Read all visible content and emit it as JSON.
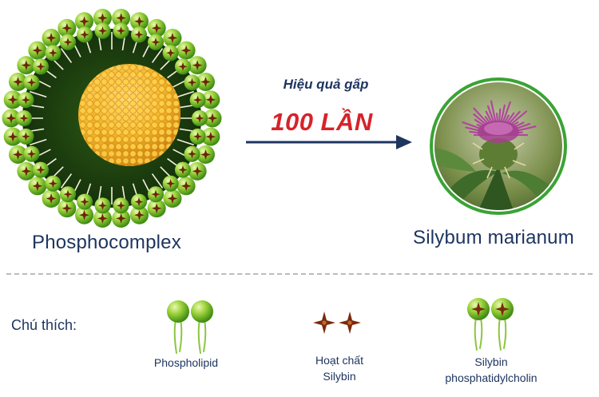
{
  "diagram": {
    "left_label": "Phosphocomplex",
    "right_label": "Silybum marianum",
    "arrow_caption": "Hiệu quả gấp",
    "arrow_multiplier": "100 LẦN"
  },
  "legend": {
    "title": "Chú thích:",
    "items": [
      {
        "label": "Phospholipid",
        "icon": "phospholipid-icon"
      },
      {
        "label_line1": "Hoạt chất",
        "label_line2": "Silybin",
        "icon": "silybin-icon"
      },
      {
        "label_line1": "Silybin",
        "label_line2": "phosphatidylcholin",
        "icon": "silybin-phosphatidylcholin-icon"
      }
    ]
  },
  "colors": {
    "text_navy": "#1e3560",
    "accent_red": "#d7232a",
    "phospholipid_green": "#8cc63f",
    "core_yellow": "#f2b42a",
    "silybin_brown": "#7a2a0c",
    "thistle_ring": "#3aa335"
  }
}
